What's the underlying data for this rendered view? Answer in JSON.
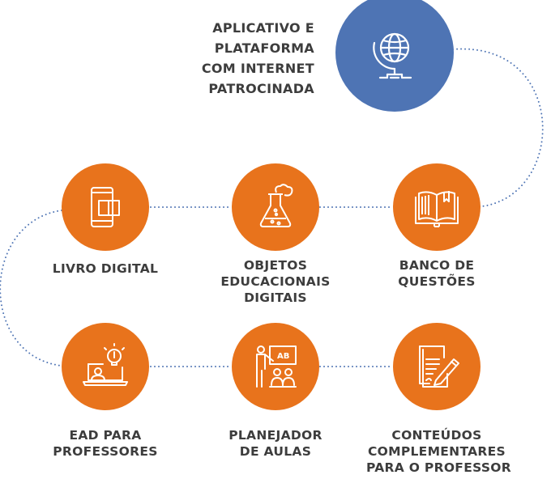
{
  "colors": {
    "orange": "#e8731c",
    "blue": "#4e74b4",
    "connector": "#4e74b4",
    "text": "#3d3d3d"
  },
  "top": {
    "icon": "globe-icon",
    "lines": [
      "APLICATIVO E",
      "PLATAFORMA",
      "COM INTERNET",
      "PATROCINADA"
    ]
  },
  "nodes": [
    {
      "id": "livro-digital",
      "icon": "tablet-book-icon",
      "lines": [
        "LIVRO DIGITAL"
      ]
    },
    {
      "id": "objetos-educacionais-digitais",
      "icon": "flask-icon",
      "lines": [
        "OBJETOS",
        "EDUCACIONAIS",
        "DIGITAIS"
      ]
    },
    {
      "id": "banco-de-questoes",
      "icon": "open-book-icon",
      "lines": [
        "BANCO DE",
        "QUESTÕES"
      ]
    },
    {
      "id": "ead-para-professores",
      "icon": "laptop-lightbulb-icon",
      "lines": [
        "EAD PARA",
        "PROFESSORES"
      ]
    },
    {
      "id": "planejador-de-aulas",
      "icon": "classroom-icon",
      "lines": [
        "PLANEJADOR",
        "DE AULAS"
      ]
    },
    {
      "id": "conteudos-complementares",
      "icon": "document-pen-icon",
      "lines": [
        "CONTEÚDOS",
        "COMPLEMENTARES",
        "PARA O PROFESSOR"
      ]
    }
  ]
}
